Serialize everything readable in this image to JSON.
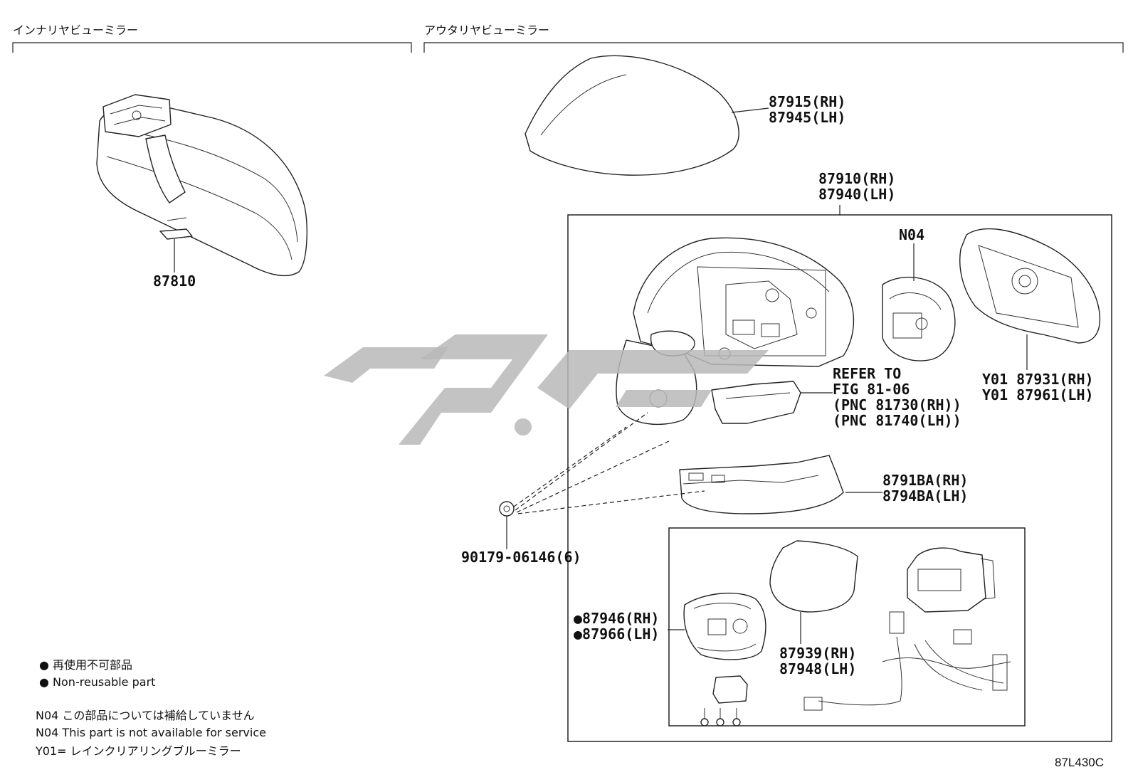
{
  "headers": {
    "inner_mirror": "インナリヤビューミラー",
    "outer_mirror": "アウタリヤビューミラー"
  },
  "parts": {
    "p87810": "87810",
    "p87915_rh": "87915(RH)",
    "p87945_lh": "87945(LH)",
    "p87910_rh": "87910(RH)",
    "p87940_lh": "87940(LH)",
    "n04": "N04",
    "refer_1": "REFER TO",
    "refer_2": "FIG 81-06",
    "refer_3": "(PNC 81730(RH))",
    "refer_4": "(PNC 81740(LH))",
    "y01_87931_rh": "Y01 87931(RH)",
    "y01_87961_lh": "Y01 87961(LH)",
    "p8791ba_rh": "8791BA(RH)",
    "p8794ba_lh": "8794BA(LH)",
    "p90179": "90179-06146(6)",
    "p87946_rh": "●87946(RH)",
    "p87966_lh": "●87966(LH)",
    "p87939_rh": "87939(RH)",
    "p87948_lh": "87948(LH)"
  },
  "notes": {
    "nonreusable_jp": "● 再使用不可部品",
    "nonreusable_en": "● Non-reusable part",
    "n04_jp": "N04 この部品については補給していません",
    "n04_en": "N04 This part is not available for service",
    "y01_jp": "Y01= レインクリアリングブルーミラー"
  },
  "figure_code": "87L430C",
  "icons": {
    "watermark": "persian-logo-watermark"
  }
}
